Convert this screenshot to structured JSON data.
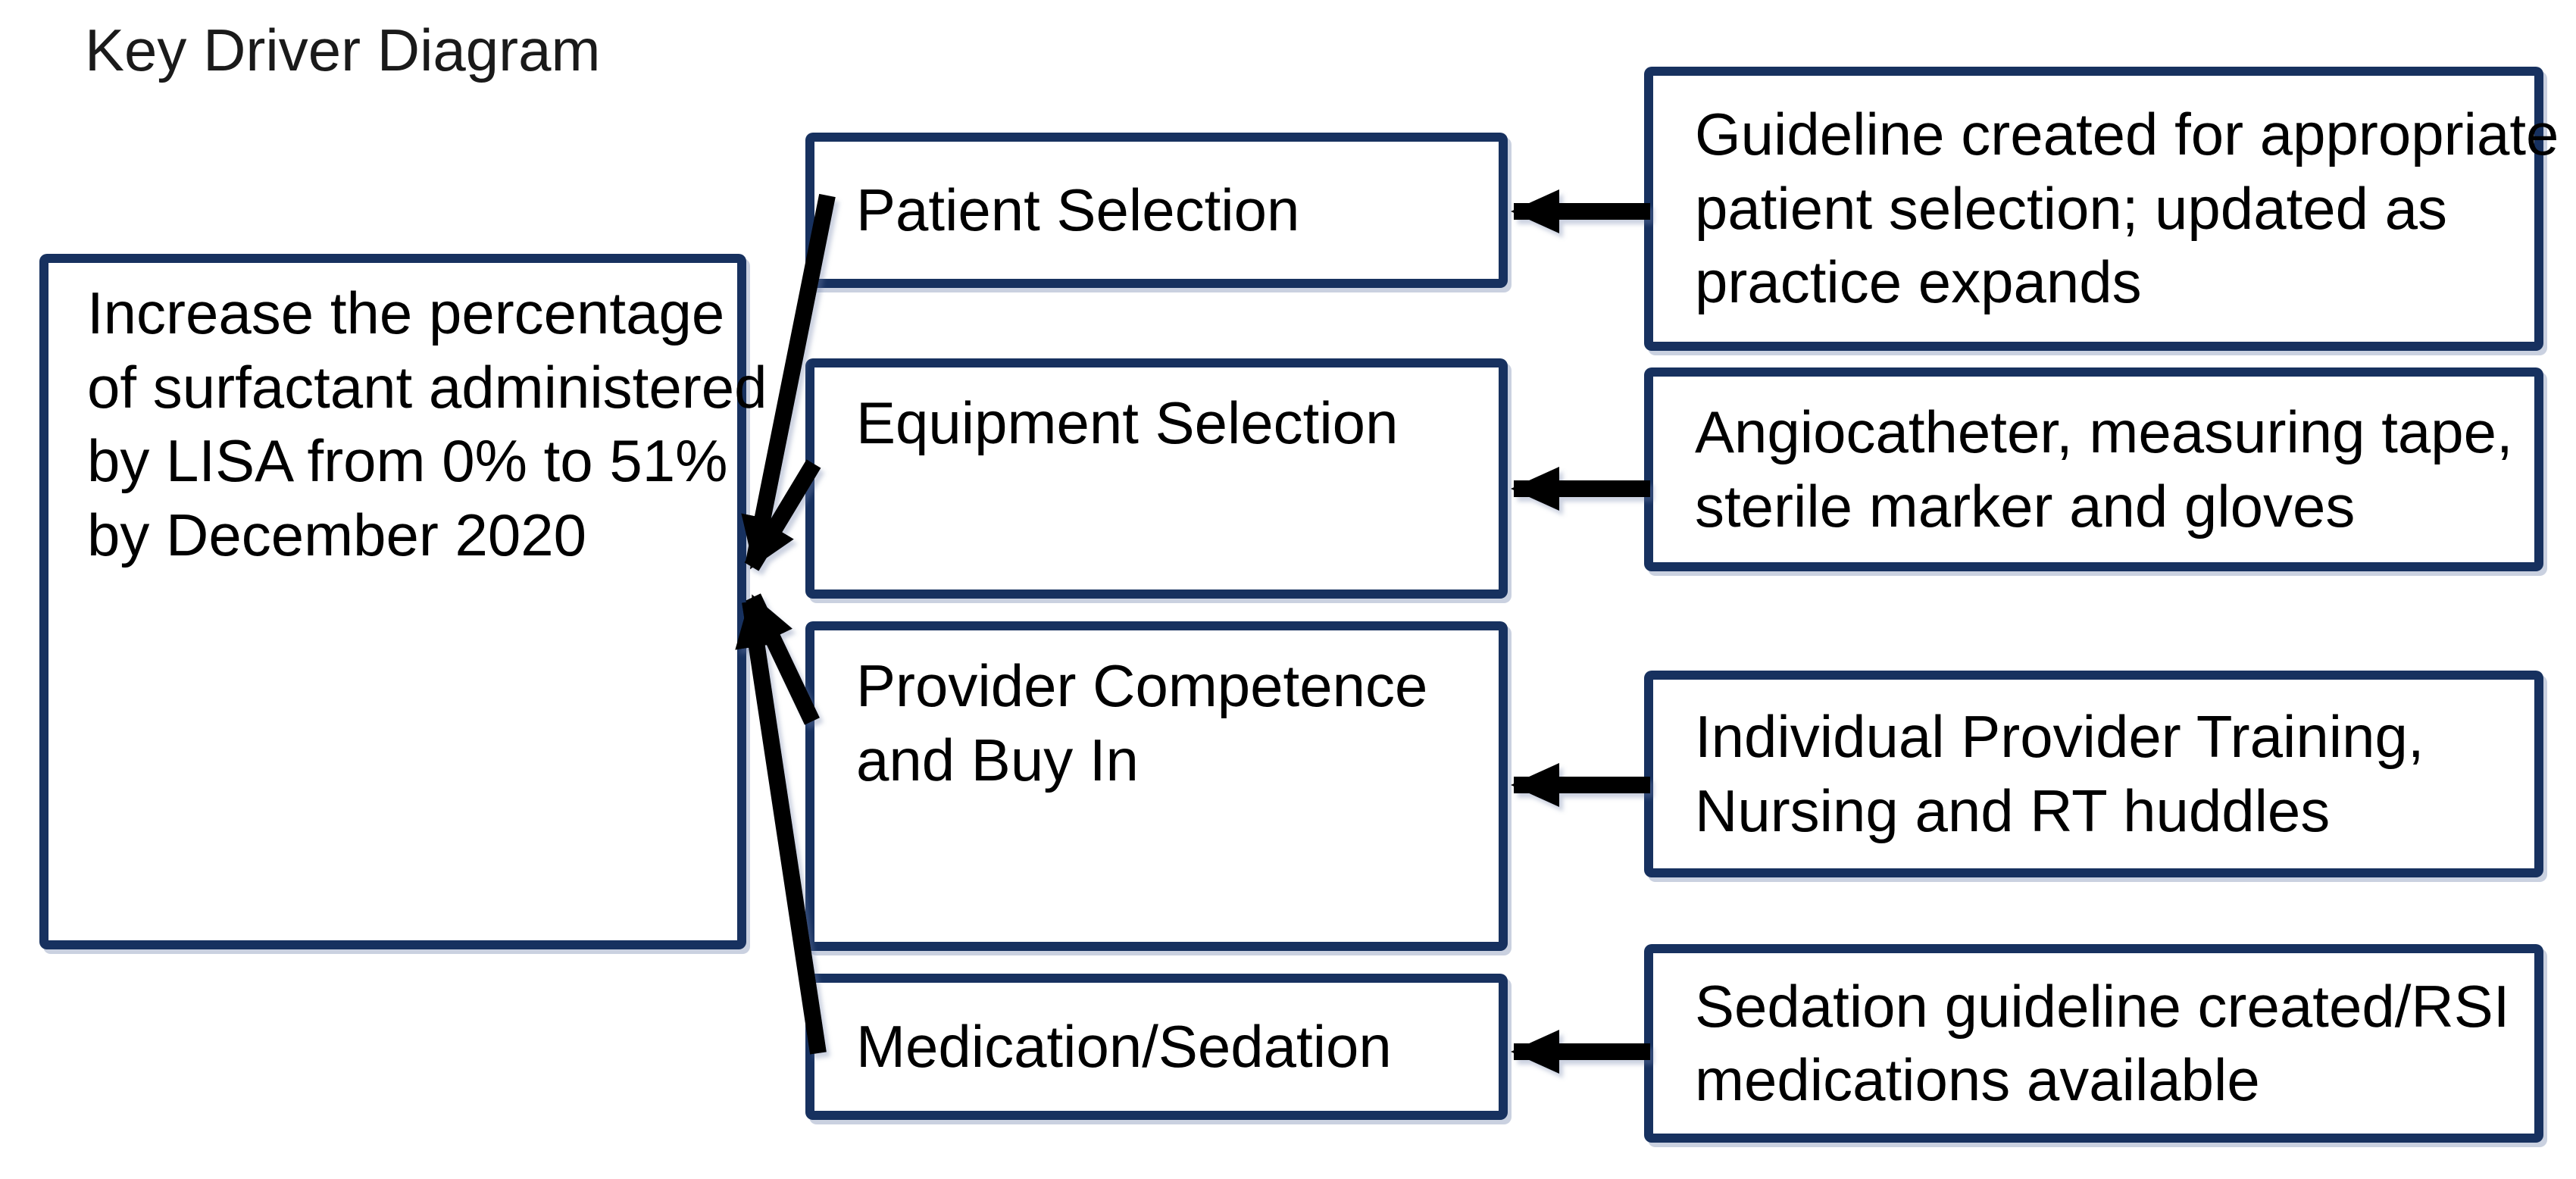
{
  "title": "Key Driver Diagram",
  "aim": {
    "lines": [
      "Increase the percentage",
      "of surfactant administered",
      "by LISA from 0% to 51%",
      "by December 2020"
    ]
  },
  "drivers": [
    {
      "label": "Patient Selection",
      "lines": [
        "Patient Selection"
      ]
    },
    {
      "label": "Equipment Selection",
      "lines": [
        "Equipment Selection"
      ]
    },
    {
      "label": "Provider Competence and Buy In",
      "lines": [
        "Provider Competence",
        "and Buy In"
      ]
    },
    {
      "label": "Medication/Sedation",
      "lines": [
        "Medication/Sedation"
      ]
    }
  ],
  "interventions": [
    {
      "lines": [
        "Guideline created for appropriate",
        "patient selection; updated as",
        "practice expands"
      ]
    },
    {
      "lines": [
        "Angiocatheter, measuring tape,",
        "sterile marker and gloves"
      ]
    },
    {
      "lines": [
        "Individual Provider Training,",
        "Nursing and RT huddles"
      ]
    },
    {
      "lines": [
        "Sedation guideline created/RSI",
        "medications available"
      ]
    }
  ],
  "colors": {
    "box_border": "#17315F",
    "arrow": "#000000",
    "text": "#000000",
    "background": "#FFFFFF"
  }
}
